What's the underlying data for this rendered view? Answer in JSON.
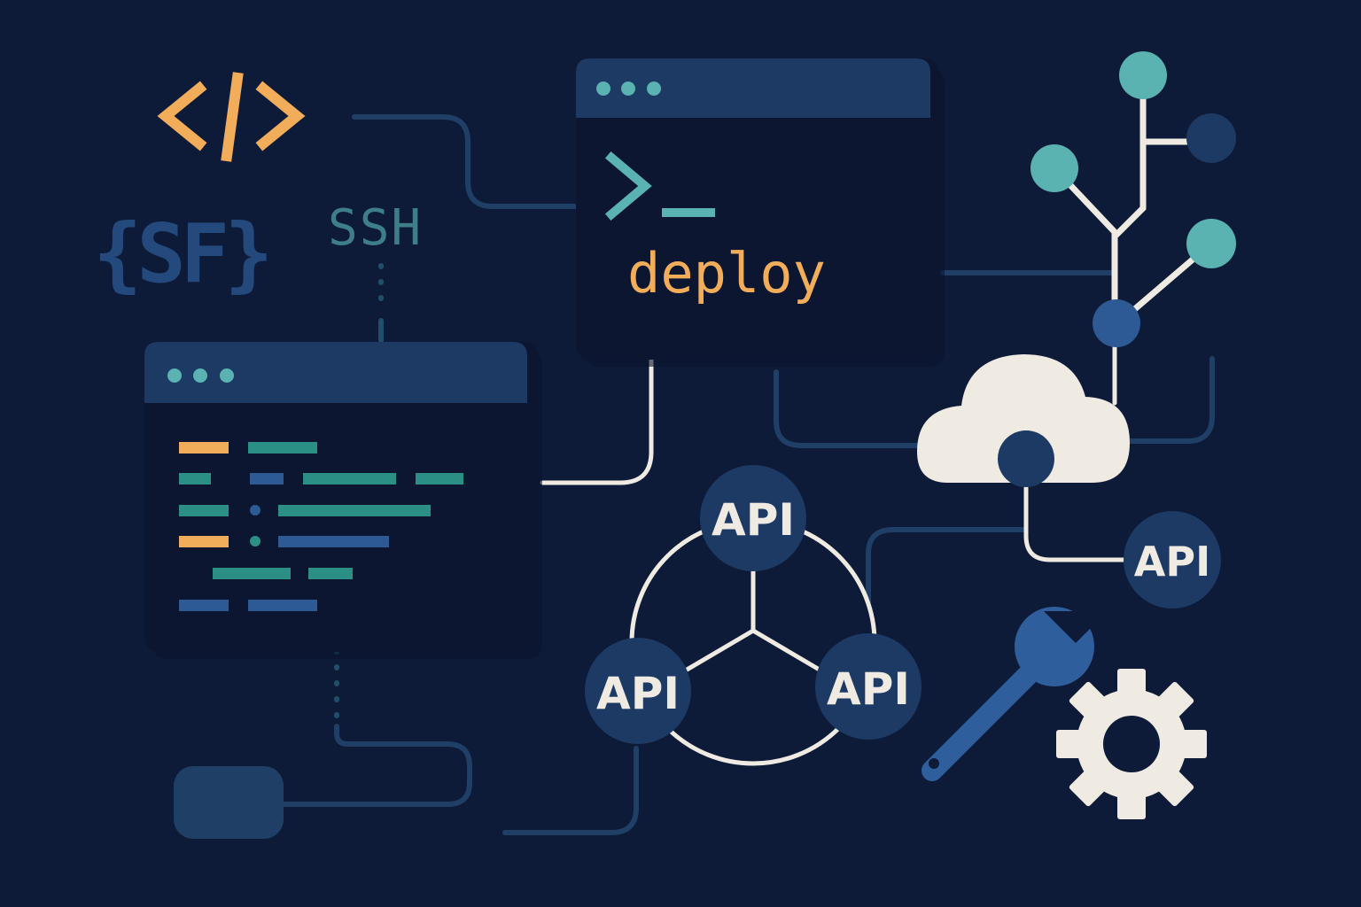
{
  "labels": {
    "code_glyph": "</>",
    "sf_logo": "{SF}",
    "ssh": "SSH",
    "prompt_glyph": ">_",
    "deploy": "deploy",
    "api_top": "API",
    "api_left": "API",
    "api_right": "API",
    "api_cloud": "API"
  },
  "icons": {
    "window_dots": "three-dot-window-controls",
    "cloud": "cloud-icon",
    "git_branch": "git-branch-icon",
    "wrench": "wrench-icon",
    "gear": "gear-icon",
    "plug": "plug-icon"
  },
  "colors": {
    "background": "#0e1b38",
    "panel": "#0c1631",
    "panel_header": "#1c3a64",
    "teal": "#5ab3b0",
    "orange": "#f2ad5b",
    "blue": "#2d5a94",
    "cream": "#efebe2",
    "node_blue": "#1c3a64",
    "line_dark": "#1d3a62"
  }
}
